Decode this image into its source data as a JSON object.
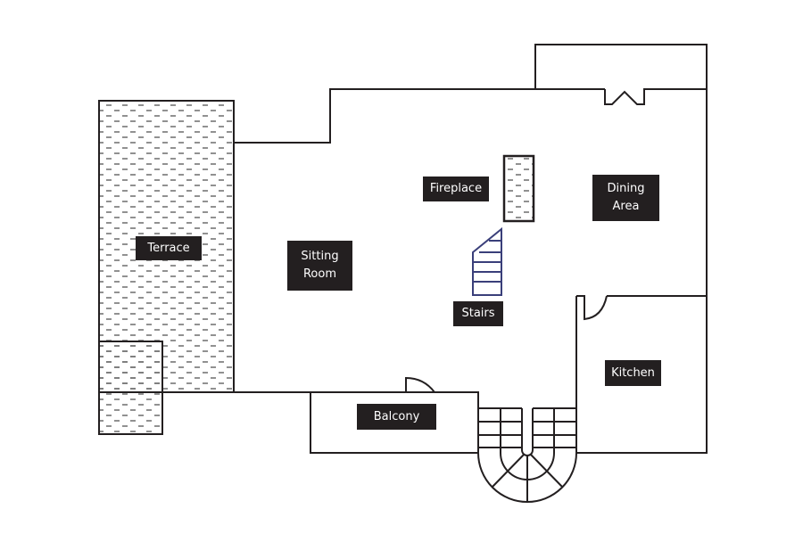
{
  "title": "Floor plan",
  "colors": {
    "wall": "#231f20",
    "label_bg": "#231f20",
    "label_text": "#ffffff",
    "stair_blue": "#3a3f7a",
    "hatch": "#555555"
  },
  "rooms": {
    "terrace": "Terrace",
    "sitting_room": "Sitting\nRoom",
    "fireplace": "Fireplace",
    "dining_area": "Dining\nArea",
    "stairs": "Stairs",
    "kitchen": "Kitchen",
    "balcony": "Balcony"
  }
}
